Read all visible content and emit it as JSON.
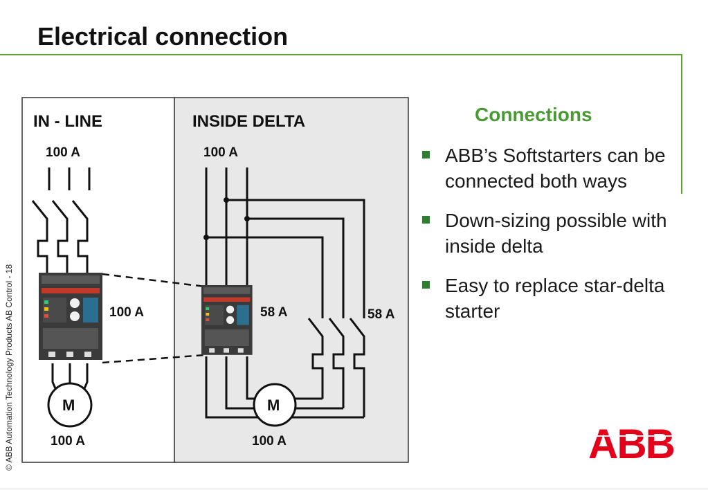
{
  "slide": {
    "title": "Electrical connection",
    "copyright": "© ABB Automation Technology Products AB Control - 18",
    "logo": "ABB"
  },
  "diagram": {
    "left_panel": {
      "heading": "IN - LINE",
      "supply_current": "100 A",
      "softstarter_current": "100 A",
      "motor_label": "M",
      "motor_current": "100 A"
    },
    "right_panel": {
      "heading": "INSIDE DELTA",
      "supply_current": "100 A",
      "softstarter_current": "58 A",
      "contactor_current": "58 A",
      "motor_label": "M",
      "motor_current": "100 A"
    }
  },
  "connections": {
    "title": "Connections",
    "bullets": [
      "ABB’s Softstarters can be connected both ways",
      "Down-sizing possible with inside delta",
      "Easy to replace star-delta starter"
    ]
  },
  "colors": {
    "accent_green": "#5aa02c",
    "heading_green": "#4a9a34",
    "bullet_green": "#2e7d32",
    "logo_red": "#e2001a",
    "panel_grey": "#e8e8e8"
  }
}
